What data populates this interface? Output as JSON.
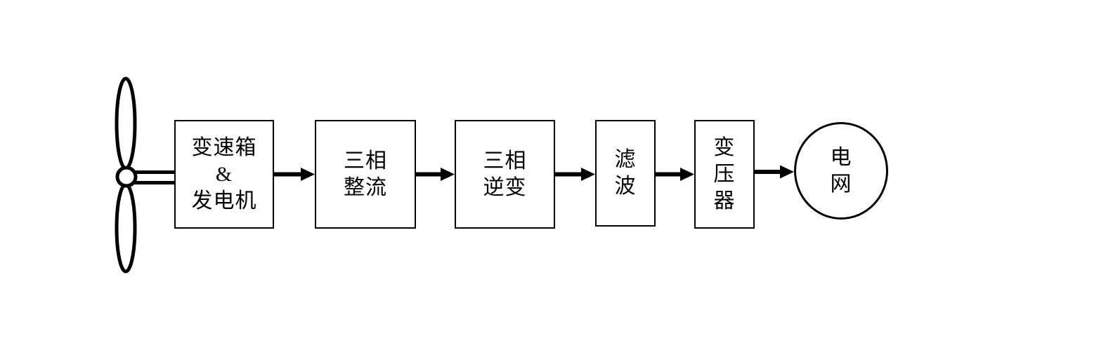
{
  "diagram": {
    "type": "flowchart",
    "description": "Wind power generation system block diagram",
    "background_color": "#ffffff",
    "stroke_color": "#000000",
    "nodes": [
      {
        "id": "wind-turbine",
        "shape": "propeller-icon",
        "label": ""
      },
      {
        "id": "gearbox-generator",
        "shape": "rect",
        "label": "变速箱\n&\n发电机"
      },
      {
        "id": "three-phase-rectifier",
        "shape": "rect",
        "label": "三相\n整流"
      },
      {
        "id": "three-phase-inverter",
        "shape": "rect",
        "label": "三相\n逆变"
      },
      {
        "id": "filter",
        "shape": "rect",
        "label": "滤\n波"
      },
      {
        "id": "transformer",
        "shape": "rect",
        "label": "变\n压\n器"
      },
      {
        "id": "power-grid",
        "shape": "circle",
        "label": "电\n网"
      }
    ],
    "edges": [
      {
        "from": "wind-turbine",
        "to": "gearbox-generator",
        "style": "double-line-shaft"
      },
      {
        "from": "gearbox-generator",
        "to": "three-phase-rectifier",
        "style": "arrow"
      },
      {
        "from": "three-phase-rectifier",
        "to": "three-phase-inverter",
        "style": "arrow"
      },
      {
        "from": "three-phase-inverter",
        "to": "filter",
        "style": "arrow"
      },
      {
        "from": "filter",
        "to": "transformer",
        "style": "arrow"
      },
      {
        "from": "transformer",
        "to": "power-grid",
        "style": "arrow"
      }
    ]
  }
}
